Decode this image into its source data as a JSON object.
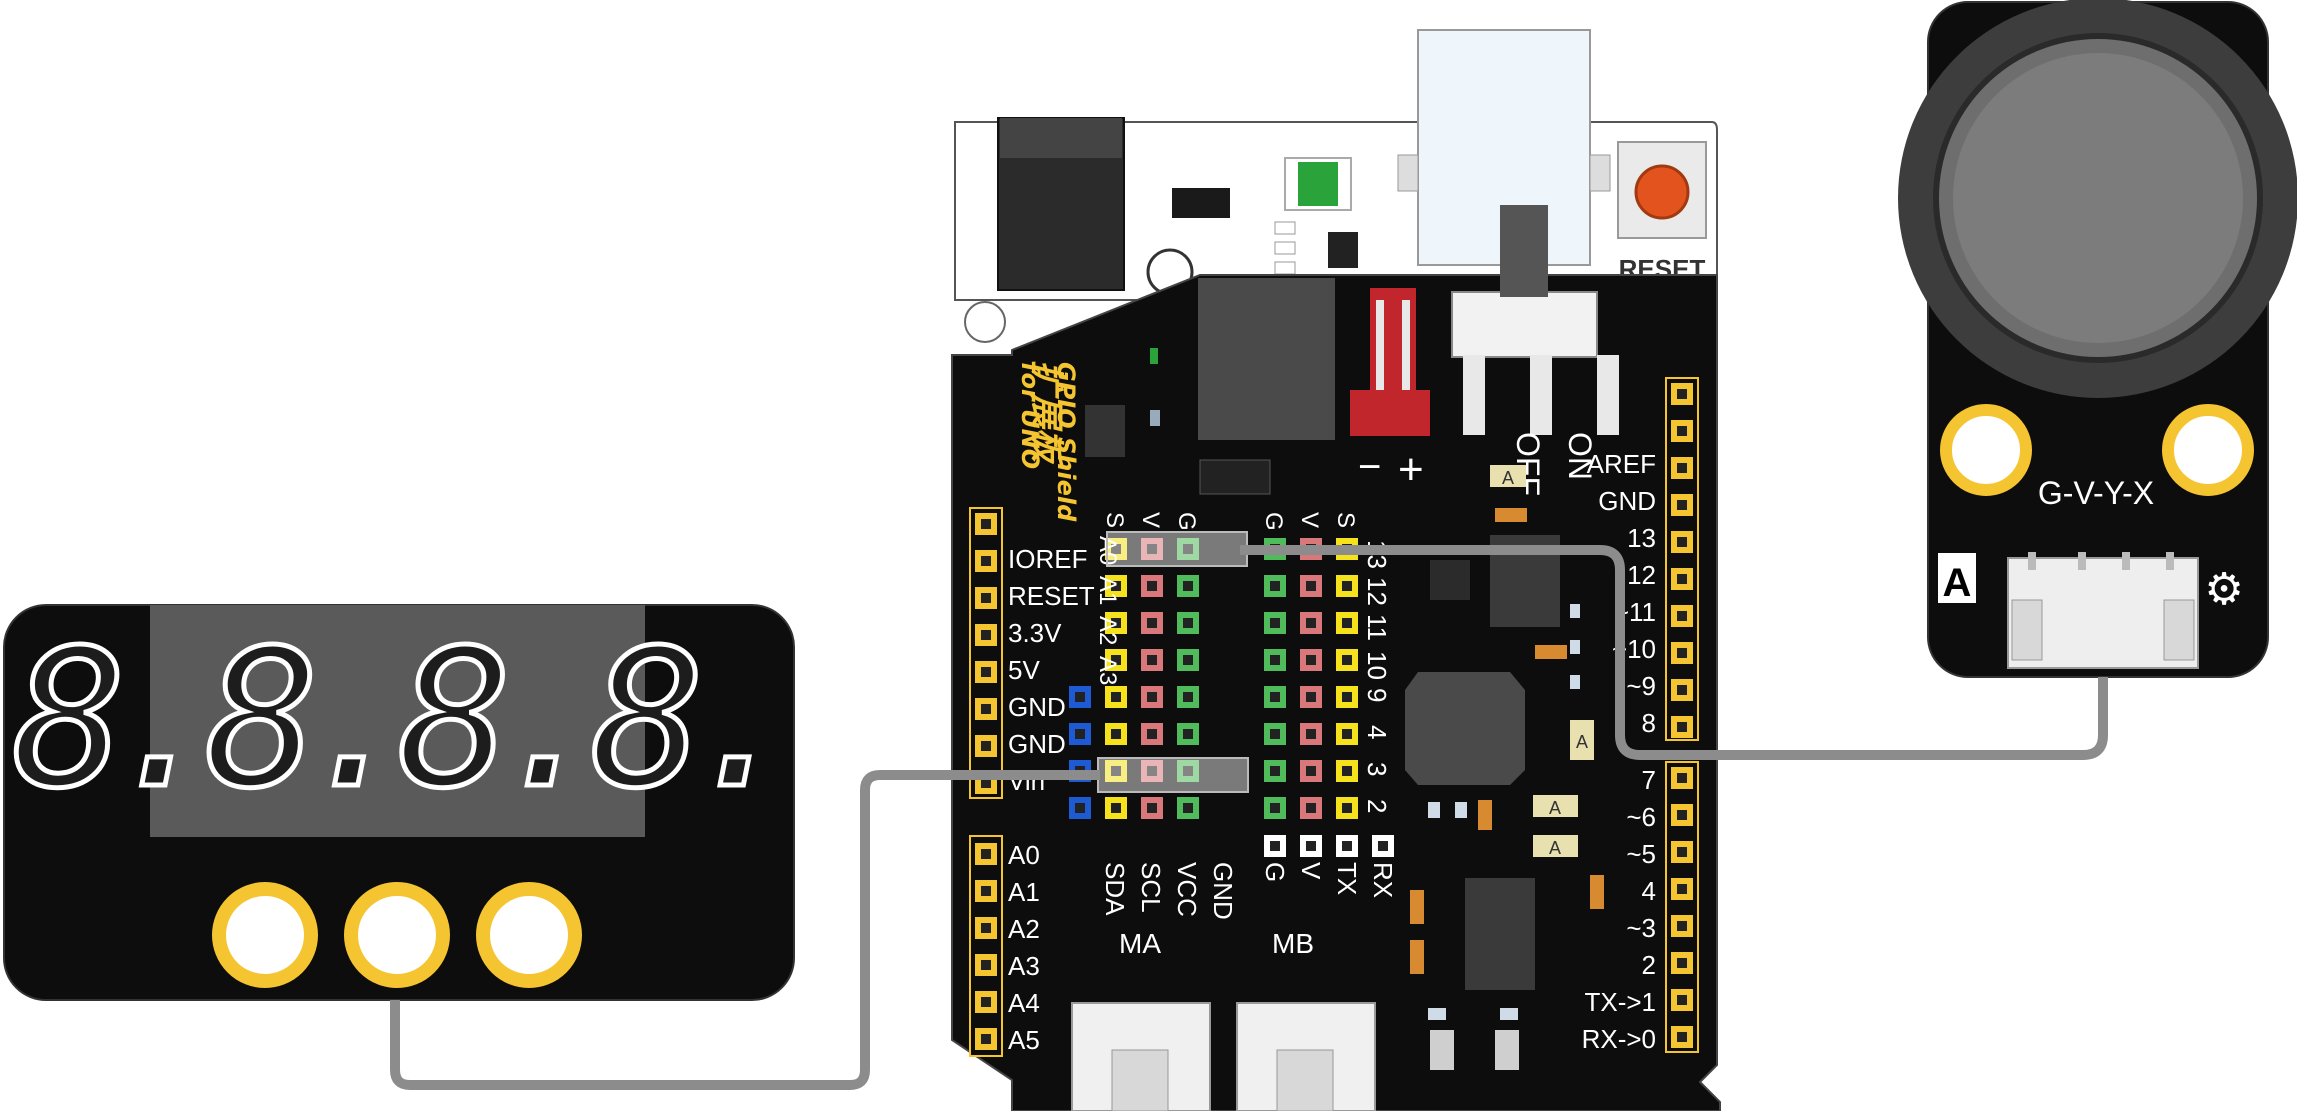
{
  "shield": {
    "brand_cn": "扩展板",
    "brand_en_1": "GPIO Shield",
    "brand_en_2": "for UNO",
    "reset_label": "RESET",
    "switch_off": "OFF",
    "switch_on": "ON",
    "minus": "−",
    "plus": "+",
    "left_header_labels": [
      "IOREF",
      "RESET",
      "3.3V",
      "5V",
      "GND",
      "GND",
      "Vin"
    ],
    "analog_labels": [
      "A0",
      "A1",
      "A2",
      "A3",
      "A4",
      "A5"
    ],
    "right_header_labels": [
      "AREF",
      "GND",
      "13",
      "12",
      "~11",
      "~10",
      "~9",
      "8"
    ],
    "digital_labels": [
      "7",
      "~6",
      "~5",
      "4",
      "~3",
      "2",
      "TX->1",
      "RX->0"
    ],
    "grid_top_labels": [
      "S",
      "V",
      "G",
      "G",
      "V",
      "S"
    ],
    "grid_left_top": [
      "A0",
      "A1",
      "A2",
      "A3"
    ],
    "grid_right_top": [
      "13",
      "12",
      "11",
      "10",
      "9",
      "4",
      "3",
      "2"
    ],
    "grid_bottom_labels": [
      "SDA",
      "SCL",
      "VCC",
      "GND",
      "G",
      "V",
      "TX",
      "RX"
    ],
    "motor_a": "MA",
    "motor_b": "MB",
    "chip_label": "A"
  },
  "display_module": {
    "digits": "8.8.8.8."
  },
  "joystick_module": {
    "pin_label": "G-V-Y-X",
    "port_label": "A"
  },
  "colors": {
    "board": "#0d0d0d",
    "yellow_pin": "#f5e11c",
    "red_pin": "#d9787b",
    "green_pin": "#4fbb5a",
    "blue_pin": "#1e5ad4",
    "gold": "#f5c431",
    "wire": "#8c8c8c"
  }
}
